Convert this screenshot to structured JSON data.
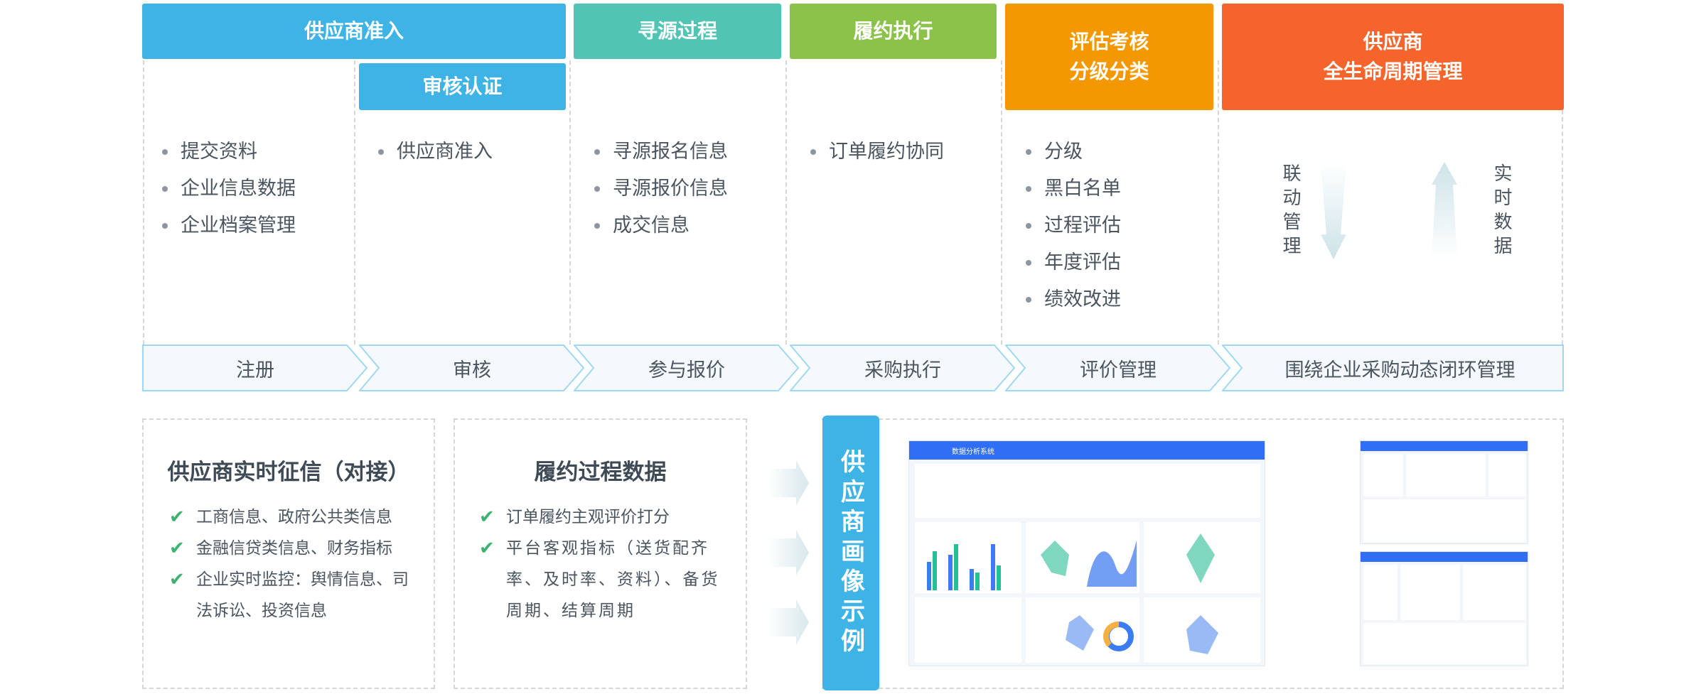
{
  "stages": [
    {
      "title": "供应商准入",
      "color": "#3eb4e6"
    },
    {
      "title": "审核认证",
      "color": "#3eb4e6"
    },
    {
      "title": "寻源过程",
      "color": "#52c4b4"
    },
    {
      "title": "履约执行",
      "color": "#8bc34a"
    },
    {
      "title_line1": "评估考核",
      "title_line2": "分级分类",
      "color": "#f39800"
    },
    {
      "title_line1": "供应商",
      "title_line2": "全生命周期管理",
      "color": "#f5652b"
    }
  ],
  "columns": [
    {
      "items": [
        "提交资料",
        "企业信息数据",
        "企业档案管理"
      ]
    },
    {
      "items": [
        "供应商准入"
      ]
    },
    {
      "items": [
        "寻源报名信息",
        "寻源报价信息",
        "成交信息"
      ]
    },
    {
      "items": [
        "订单履约协同"
      ]
    },
    {
      "items": [
        "分级",
        "黑白名单",
        "过程评估",
        "年度评估",
        "绩效改进"
      ]
    }
  ],
  "lifecycle": {
    "down_label": "联动管理",
    "up_label": "实时数据"
  },
  "steps": [
    "注册",
    "审核",
    "参与报价",
    "采购执行",
    "评价管理",
    "围绕企业采购动态闭环管理"
  ],
  "credit_box": {
    "title": "供应商实时征信（对接）",
    "items": [
      "工商信息、政府公共类信息",
      "金融信贷类信息、财务指标",
      "企业实时监控：舆情信息、司法诉讼、投资信息"
    ]
  },
  "fulfil_box": {
    "title": "履约过程数据",
    "items": [
      "订单履约主观评价打分",
      "平台客观指标（送货配齐率、及时率、资料）、备货周期、结算周期"
    ]
  },
  "portrait": {
    "tab_label": "供应商画像示例",
    "dashboard_title": "数据分析系统"
  }
}
